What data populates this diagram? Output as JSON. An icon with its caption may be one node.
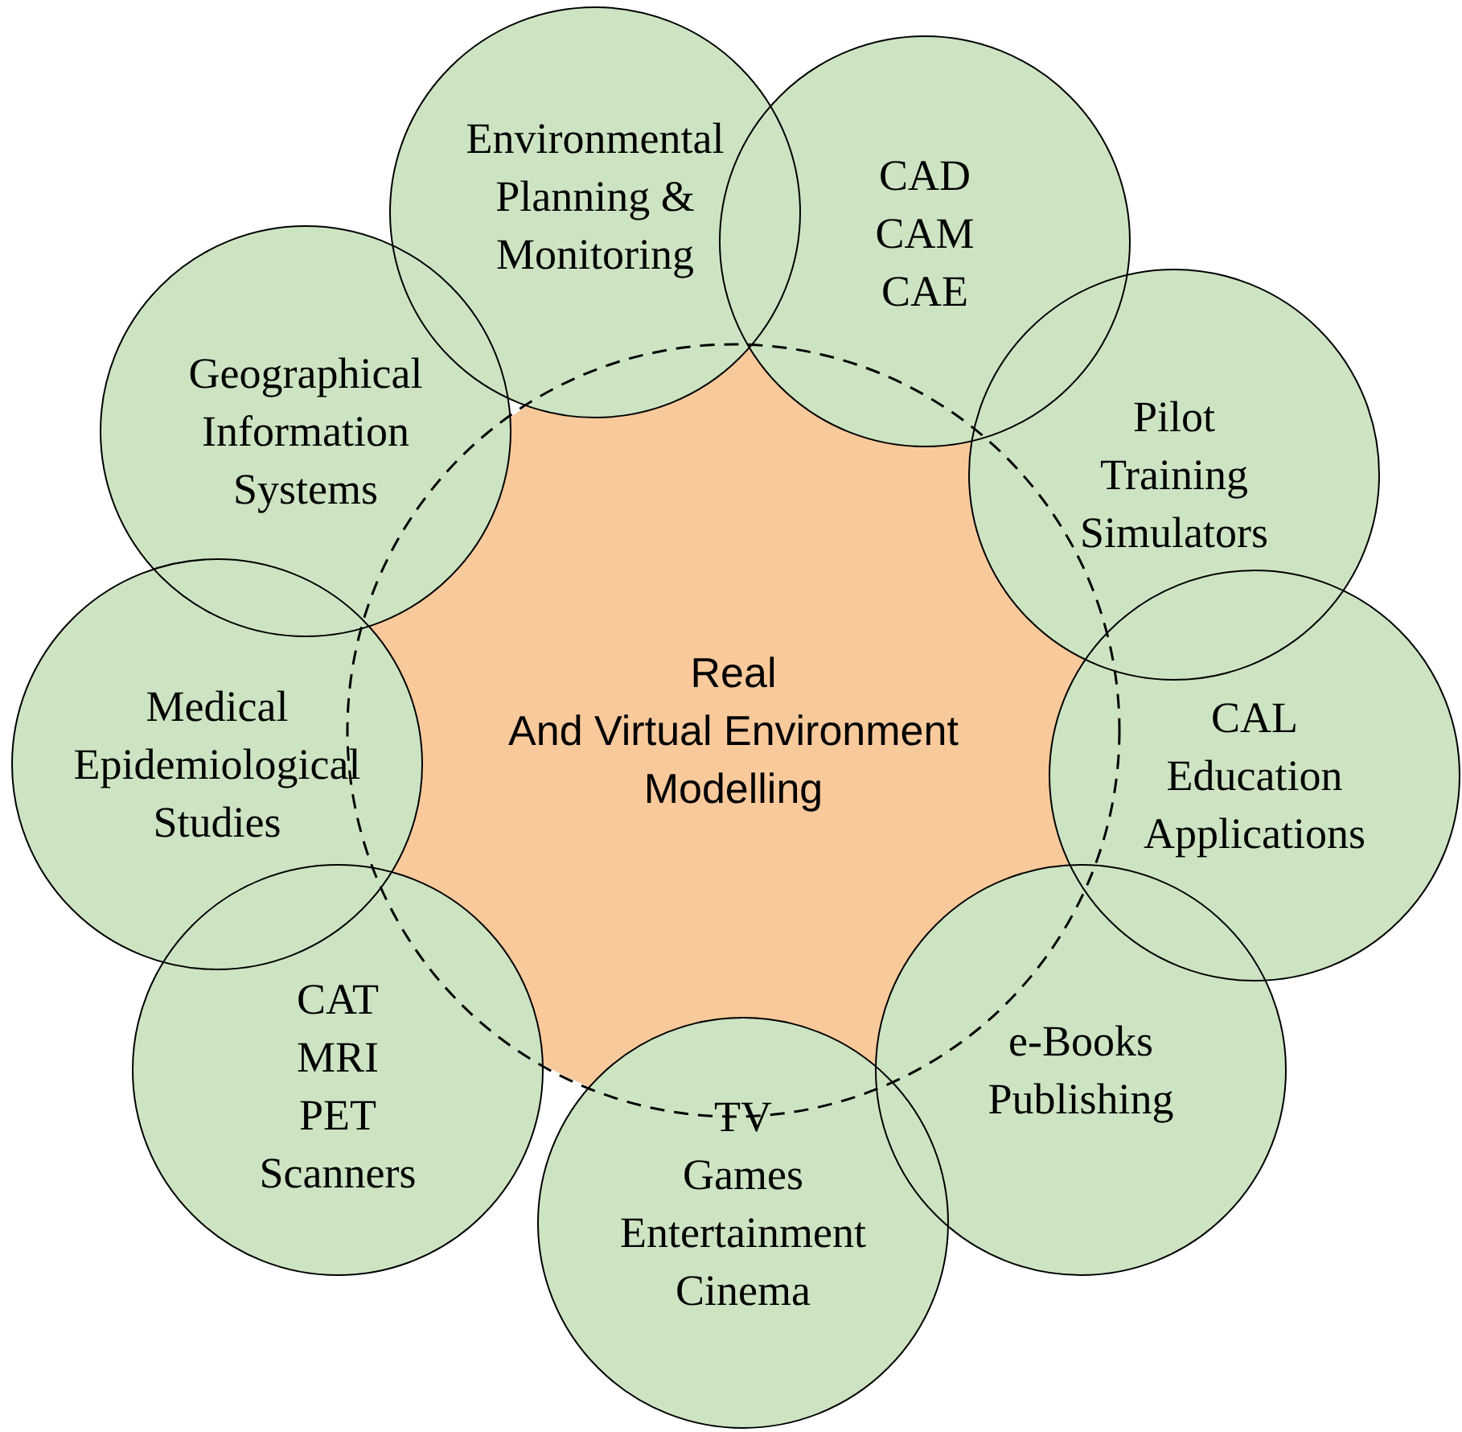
{
  "diagram": {
    "nodes": [
      {
        "text": [
          "Environmental Planning & Monitoring"
        ]
      },
      {
        "text": [
          "CAD CAM CAE"
        ]
      },
      {
        "text": [
          "Pilot Training Simulators"
        ]
      },
      {
        "text": [
          "CAL Education Applications"
        ]
      },
      {
        "text": [
          "e-Books Publishing"
        ]
      },
      {
        "text": [
          "TV Games Entertainment Cinema"
        ]
      },
      {
        "text": [
          "CAT MRI PET Scanners"
        ]
      },
      {
        "text": [
          "Medical Epidemiological Studies"
        ]
      },
      {
        "text": [
          "Geographical Information Systems"
        ]
      },
      {
        "text": [
          "Real And Virtual Environment Modelling"
        ]
      }
    ],
    "edges": []
  }
}
